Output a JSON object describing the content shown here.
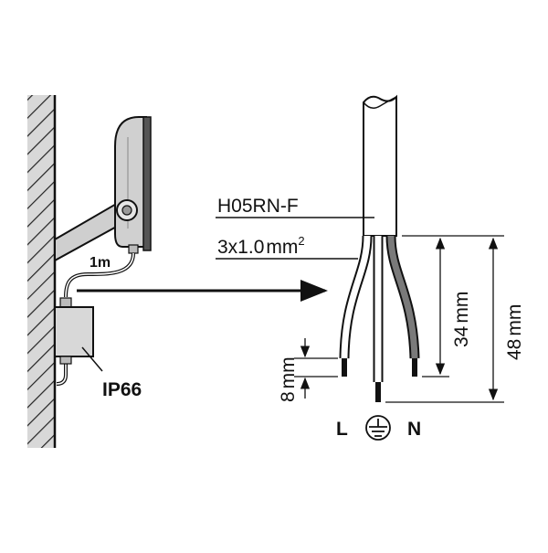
{
  "labels": {
    "cable_type": "H05RN-F",
    "cable_spec": "3x1.0",
    "cable_unit": "mm",
    "cable_sup": "2",
    "cable_length": "1m",
    "protection": "IP66",
    "strip_short": "8",
    "strip_mid": "34",
    "strip_long": "48",
    "dim_unit": "mm",
    "live": "L",
    "neutral": "N"
  },
  "icons": {
    "earth": "earth-ground-symbol"
  },
  "colors": {
    "wall_fill": "#d8d8d8",
    "fixture_fill": "#cfcfcf",
    "wire_brown": "#7a7a7a",
    "wire_dark": "#111111",
    "line": "#1a1a1a"
  }
}
